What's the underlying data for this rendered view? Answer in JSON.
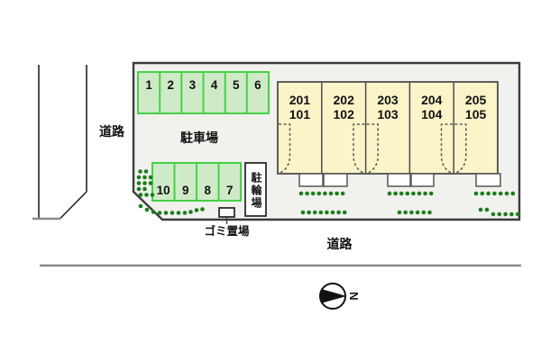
{
  "labels": {
    "road_left": "道路",
    "road_bottom": "道路",
    "parking_lot": "駐車場",
    "bike_shed": "駐輪場",
    "garbage_area": "ゴミ置場",
    "compass_letter": "N"
  },
  "parking_top": {
    "stalls": [
      "1",
      "2",
      "3",
      "4",
      "5",
      "6"
    ]
  },
  "parking_bottom": {
    "stalls": [
      "10",
      "9",
      "8",
      "7"
    ]
  },
  "building": {
    "units": [
      {
        "upper": "201",
        "lower": "101"
      },
      {
        "upper": "202",
        "lower": "102"
      },
      {
        "upper": "203",
        "lower": "103"
      },
      {
        "upper": "204",
        "lower": "104"
      },
      {
        "upper": "205",
        "lower": "105"
      }
    ]
  },
  "colors": {
    "site_fill": "#f1f1ee",
    "stall_fill": "#cfeac7",
    "stall_border": "#46d146",
    "building_fill": "#fbf4c8",
    "shrub_green": "#1b7e1b"
  }
}
